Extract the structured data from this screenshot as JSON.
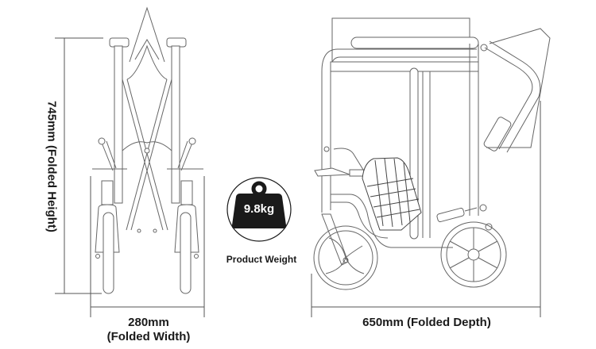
{
  "dimensions": {
    "height": {
      "value": "745mm (Folded Height)"
    },
    "width": {
      "value": "280mm",
      "caption": "(Folded Width)"
    },
    "depth": {
      "value": "650mm (Folded Depth)"
    }
  },
  "weight": {
    "icon": "kettlebell-weight-icon",
    "value": "9.8kg",
    "caption": "Product Weight"
  },
  "views": {
    "front": "folded-wheelchair-front-view",
    "side": "folded-wheelchair-side-view"
  },
  "colors": {
    "line": "#555555",
    "text": "#1a1a1a",
    "icon_fill": "#1a1a1a",
    "background": "#ffffff"
  }
}
